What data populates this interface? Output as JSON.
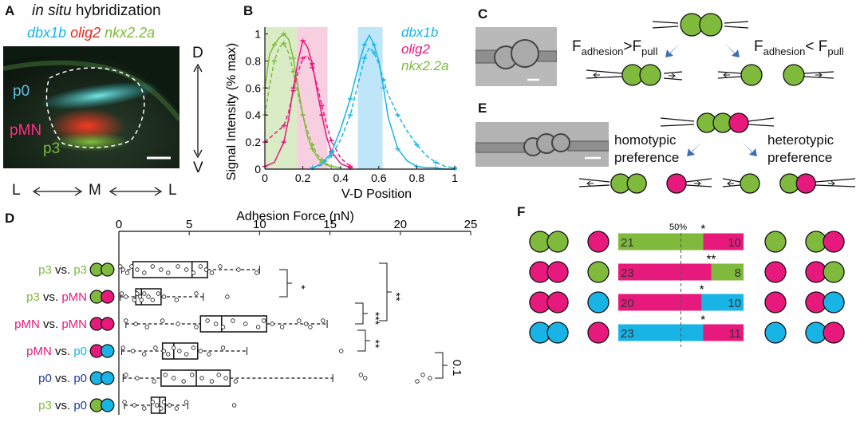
{
  "colors": {
    "p3": "#7fba3c",
    "pmn": "#e8197d",
    "p0": "#19b4e6",
    "olig2_red": "#e8261a",
    "arrow_blue": "#3b6fb5",
    "band_green": "#d9ecc6",
    "band_pink": "#f8cfe1",
    "band_blue": "#bfe6f8"
  },
  "panel_a": {
    "label": "A",
    "title_italic": "in situ",
    "title_rest": " hybridization",
    "gene1": "dbx1b",
    "gene2": "olig2",
    "gene3": "nkx2.2a",
    "region_p0": "p0",
    "region_pmn": "pMN",
    "region_p3": "p3",
    "axis_d": "D",
    "axis_v": "V",
    "axis_l1": "L",
    "axis_m": "M",
    "axis_l2": "L"
  },
  "panel_b": {
    "label": "B",
    "chart_data": {
      "type": "line",
      "xlabel": "V-D Position",
      "ylabel": "Signal Intensity (% max)",
      "xlim": [
        0,
        1
      ],
      "ylim": [
        0,
        1.05
      ],
      "xticks": [
        "0",
        "0.2",
        "0.4",
        "0.6",
        "0.8",
        "1"
      ],
      "yticks": [
        "0",
        "0.2",
        "0.4",
        "0.6",
        "0.8",
        "1"
      ],
      "legend": [
        "dbx1b",
        "olig2",
        "nkx2.2a"
      ],
      "bands": [
        {
          "from": 0,
          "to": 0.17,
          "color": "#d9ecc6"
        },
        {
          "from": 0.17,
          "to": 0.33,
          "color": "#f8cfe1"
        },
        {
          "from": 0.49,
          "to": 0.62,
          "color": "#bfe6f8"
        }
      ],
      "series": [
        {
          "name": "nkx2.2a",
          "color": "#7fba3c",
          "x": [
            0,
            0.025,
            0.05,
            0.075,
            0.1,
            0.125,
            0.15,
            0.175,
            0.2,
            0.225,
            0.25,
            0.275,
            0.3,
            0.325,
            0.35,
            0.4
          ],
          "solid": [
            0.6,
            0.85,
            0.92,
            0.97,
            1.0,
            0.96,
            0.82,
            0.6,
            0.4,
            0.24,
            0.15,
            0.09,
            0.05,
            0.03,
            0.02,
            0.01
          ],
          "dashed": [
            0.4,
            0.62,
            0.8,
            0.9,
            0.93,
            0.86,
            0.72,
            0.55,
            0.4,
            0.28,
            0.18,
            0.11,
            0.07,
            0.04,
            0.02,
            0.01
          ]
        },
        {
          "name": "olig2",
          "color": "#e8197d",
          "x": [
            0,
            0.05,
            0.1,
            0.125,
            0.15,
            0.175,
            0.2,
            0.225,
            0.25,
            0.275,
            0.3,
            0.325,
            0.35,
            0.4,
            0.45
          ],
          "solid": [
            0.02,
            0.05,
            0.2,
            0.37,
            0.6,
            0.8,
            0.95,
            0.9,
            0.78,
            0.58,
            0.4,
            0.24,
            0.13,
            0.04,
            0.01
          ],
          "dashed": [
            0.2,
            0.26,
            0.32,
            0.42,
            0.58,
            0.72,
            0.82,
            0.84,
            0.75,
            0.62,
            0.47,
            0.33,
            0.21,
            0.08,
            0.02
          ]
        },
        {
          "name": "dbx1b",
          "color": "#19b4e6",
          "x": [
            0.25,
            0.3,
            0.35,
            0.4,
            0.45,
            0.5,
            0.525,
            0.55,
            0.575,
            0.6,
            0.625,
            0.65,
            0.7,
            0.75,
            0.8,
            0.85,
            0.9,
            0.95,
            1.0
          ],
          "solid": [
            0.01,
            0.04,
            0.12,
            0.3,
            0.52,
            0.8,
            0.92,
            0.99,
            0.92,
            0.8,
            0.6,
            0.38,
            0.15,
            0.06,
            0.02,
            0.01,
            0.01,
            0.0,
            0.0
          ],
          "dashed": [
            0.01,
            0.03,
            0.1,
            0.22,
            0.4,
            0.68,
            0.82,
            0.9,
            0.86,
            0.78,
            0.66,
            0.55,
            0.4,
            0.28,
            0.18,
            0.1,
            0.05,
            0.02,
            0.01
          ]
        }
      ]
    }
  },
  "panel_c": {
    "label": "C",
    "left_f": "F",
    "left_sub1": "adhesion",
    "left_op": ">F",
    "left_sub2": "pull",
    "right_f": "F",
    "right_sub1": "adhesion",
    "right_op": "< F",
    "right_sub2": "pull"
  },
  "panel_e": {
    "label": "E",
    "left_line1": "homotypic",
    "left_line2": "preference",
    "right_line1": "heterotypic",
    "right_line2": "preference"
  },
  "panel_d": {
    "label": "D",
    "chart_data": {
      "type": "box",
      "xlabel": "Adhesion Force (nN)",
      "xlim": [
        0,
        25
      ],
      "xticks": [
        "0",
        "5",
        "10",
        "15",
        "20",
        "25"
      ],
      "rows": [
        {
          "label_a": "p3",
          "vs": " vs. ",
          "label_b": "p3",
          "color_a": "#7fba3c",
          "color_b": "#7fba3c",
          "cells": [
            "#7fba3c",
            "#7fba3c"
          ],
          "min": 0.2,
          "q1": 1.0,
          "median": 5.2,
          "q3": 6.3,
          "max": 10.0,
          "points": [
            0.1,
            0.3,
            0.6,
            0.9,
            1.3,
            1.8,
            2.4,
            3.0,
            3.5,
            4.2,
            4.8,
            5.3,
            5.8,
            6.2,
            6.6,
            7.2,
            8.5,
            9.8
          ]
        },
        {
          "label_a": "p3",
          "vs": " vs. ",
          "label_b": "pMN",
          "color_a": "#7fba3c",
          "color_b": "#e8197d",
          "cells": [
            "#7fba3c",
            "#e8197d"
          ],
          "min": 0.1,
          "q1": 1.2,
          "median": 1.6,
          "q3": 3.0,
          "max": 6.0,
          "points": [
            0.2,
            0.5,
            1.1,
            1.3,
            1.5,
            1.6,
            1.8,
            2.1,
            2.4,
            2.8,
            3.2,
            4.1,
            5.5,
            7.7
          ]
        },
        {
          "label_a": "pMN",
          "vs": " vs. ",
          "label_b": "pMN",
          "color_a": "#e8197d",
          "color_b": "#e8197d",
          "cells": [
            "#e8197d",
            "#e8197d"
          ],
          "min": 0.5,
          "q1": 5.8,
          "median": 7.3,
          "q3": 10.5,
          "max": 14.8,
          "points": [
            0.5,
            1.2,
            2.0,
            3.1,
            4.2,
            5.5,
            6.3,
            6.9,
            7.4,
            8.1,
            9.0,
            9.9,
            10.3,
            10.9,
            11.6,
            12.8,
            13.3,
            13.6,
            14.5
          ]
        },
        {
          "label_a": "pMN",
          "vs": " vs. ",
          "label_b": "p0",
          "color_a": "#e8197d",
          "color_b": "#19b4e6",
          "cells": [
            "#e8197d",
            "#19b4e6"
          ],
          "min": 0.2,
          "q1": 3.1,
          "median": 3.9,
          "q3": 5.6,
          "max": 9.1,
          "points": [
            0.3,
            1.0,
            1.8,
            2.6,
            3.2,
            3.5,
            3.9,
            4.3,
            4.8,
            5.3,
            5.8,
            6.4,
            7.4,
            15.8
          ]
        },
        {
          "label_a": "p0",
          "vs": " vs. ",
          "label_b": "p0",
          "color_a": "#1f3a93",
          "color_b": "#1f3a93",
          "cells": [
            "#19b4e6",
            "#19b4e6"
          ],
          "min": 0.3,
          "q1": 3.0,
          "median": 5.5,
          "q3": 7.9,
          "max": 15.2,
          "points": [
            0.5,
            1.3,
            2.5,
            3.3,
            3.9,
            4.6,
            5.2,
            5.9,
            6.6,
            7.1,
            7.6,
            8.3,
            17.2,
            17.5,
            21.2,
            21.6,
            22.1
          ]
        },
        {
          "label_a": "p3",
          "vs": " vs. ",
          "label_b": "p0",
          "color_a": "#7fba3c",
          "color_b": "#1f3a93",
          "cells": [
            "#7fba3c",
            "#19b4e6"
          ],
          "min": 0.4,
          "q1": 2.3,
          "median": 2.9,
          "q3": 3.3,
          "max": 4.9,
          "points": [
            0.4,
            1.1,
            1.8,
            2.4,
            2.7,
            3.0,
            3.2,
            3.6,
            4.1,
            4.8,
            8.2
          ]
        }
      ],
      "significance": [
        {
          "text": "*"
        },
        {
          "text": "***"
        },
        {
          "text": "**"
        },
        {
          "text": "**"
        },
        {
          "text": "0.1"
        }
      ]
    }
  },
  "panel_f": {
    "label": "F",
    "midline_label": "50%",
    "chart_data": {
      "type": "bar",
      "stacked": true,
      "rows": [
        {
          "left_value": "21",
          "right_value": "10",
          "left_color": "#7fba3c",
          "right_color": "#e8197d",
          "split": 0.677,
          "stars": "*",
          "pair_left": [
            "#7fba3c",
            "#7fba3c"
          ],
          "single_left": "#e8197d",
          "single_right": "#7fba3c",
          "pair_right": [
            "#7fba3c",
            "#e8197d"
          ]
        },
        {
          "left_value": "23",
          "right_value": "8",
          "left_color": "#e8197d",
          "right_color": "#7fba3c",
          "split": 0.742,
          "stars": "**",
          "pair_left": [
            "#e8197d",
            "#e8197d"
          ],
          "single_left": "#7fba3c",
          "single_right": "#e8197d",
          "pair_right": [
            "#e8197d",
            "#7fba3c"
          ]
        },
        {
          "left_value": "20",
          "right_value": "10",
          "left_color": "#e8197d",
          "right_color": "#19b4e6",
          "split": 0.667,
          "stars": "*",
          "pair_left": [
            "#e8197d",
            "#e8197d"
          ],
          "single_left": "#19b4e6",
          "single_right": "#e8197d",
          "pair_right": [
            "#e8197d",
            "#19b4e6"
          ]
        },
        {
          "left_value": "23",
          "right_value": "11",
          "left_color": "#19b4e6",
          "right_color": "#e8197d",
          "split": 0.676,
          "stars": "*",
          "pair_left": [
            "#19b4e6",
            "#19b4e6"
          ],
          "single_left": "#e8197d",
          "single_right": "#19b4e6",
          "pair_right": [
            "#19b4e6",
            "#e8197d"
          ]
        }
      ]
    }
  }
}
